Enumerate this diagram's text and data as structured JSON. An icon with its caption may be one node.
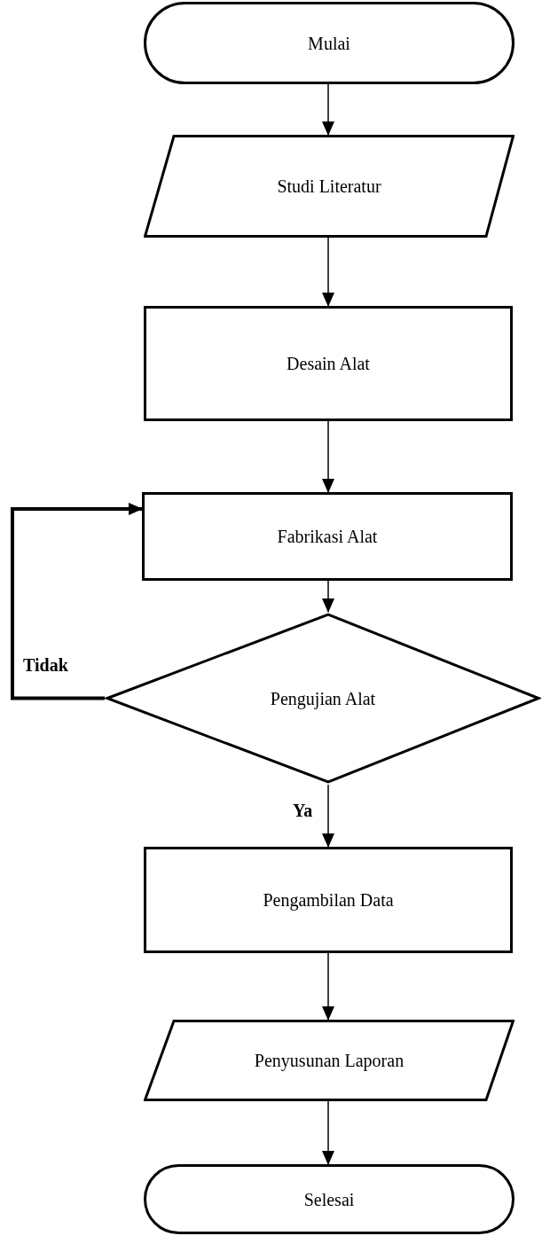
{
  "diagram": {
    "nodes": [
      {
        "text": [
          "Mulai"
        ]
      },
      {
        "text": [
          "Studi Literatur"
        ]
      },
      {
        "text": [
          "Desain Alat"
        ]
      },
      {
        "text": [
          "Fabrikasi Alat"
        ]
      },
      {
        "text": [
          "Pengujian Alat"
        ]
      },
      {
        "text": [
          "Pengambilan Data"
        ]
      },
      {
        "text": [
          "Penyusunan Laporan"
        ]
      },
      {
        "text": [
          "Selesai"
        ]
      }
    ],
    "edges": [
      {
        "from": 0,
        "to": 1,
        "arrow": "to"
      },
      {
        "from": 1,
        "to": 2,
        "arrow": "to"
      },
      {
        "from": 2,
        "to": 3,
        "arrow": "to"
      },
      {
        "from": 3,
        "to": 4,
        "arrow": "to"
      },
      {
        "from": 4,
        "to": 3,
        "arrow": "to",
        "label": "Tidak",
        "style": "thick"
      },
      {
        "from": 4,
        "to": 5,
        "arrow": "to",
        "label": "Ya"
      },
      {
        "from": 5,
        "to": 6,
        "arrow": "to"
      },
      {
        "from": 6,
        "to": 7,
        "arrow": "to"
      }
    ]
  }
}
